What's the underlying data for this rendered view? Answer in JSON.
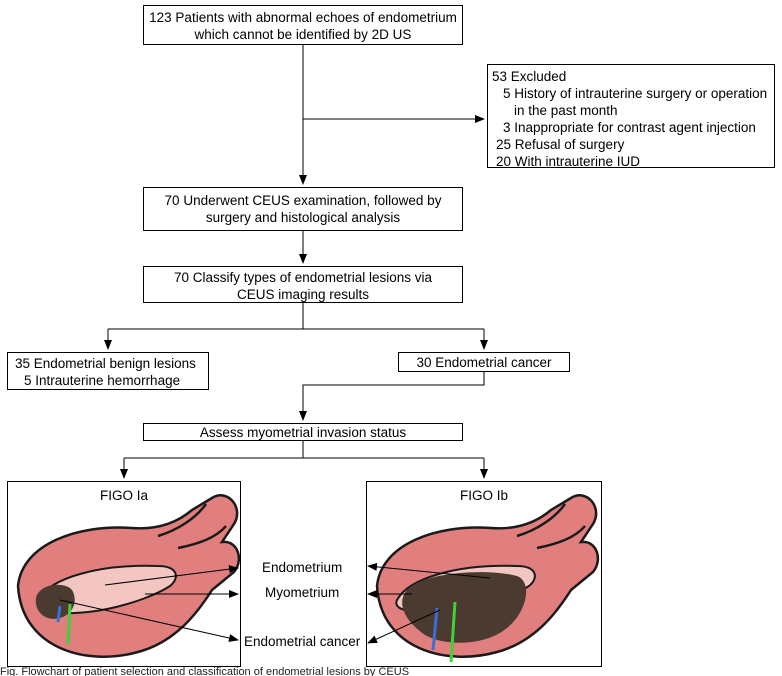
{
  "boxes": {
    "patients": [
      "123 Patients with abnormal echoes of endometrium",
      "which cannot be identified by 2D US"
    ],
    "excluded": {
      "title": "53 Excluded",
      "items": [
        "5 History of intrauterine surgery or operation",
        "in the past month",
        "3 Inappropriate for contrast agent injection",
        "25 Refusal of surgery",
        "20 With intrauterine IUD"
      ]
    },
    "ceus": [
      "70 Underwent CEUS examination, followed by",
      "surgery and histological analysis"
    ],
    "classify": [
      "70 Classify types of endometrial lesions via",
      "CEUS imaging results"
    ],
    "benign": [
      "35 Endometrial benign lesions",
      "5 Intrauterine hemorrhage"
    ],
    "cancer": "30 Endometrial cancer",
    "assess": "Assess myometrial invasion status"
  },
  "panels": {
    "left_title": "FIGO Ia",
    "right_title": "FIGO Ib"
  },
  "labels": {
    "endometrium": "Endometrium",
    "myometrium": "Myometrium",
    "endometrial_cancer": "Endometrial cancer"
  },
  "caption": "Fig. Flowchart of patient selection and classification of endometrial lesions by CEUS",
  "colors": {
    "uterus_fill": "#e07f7d",
    "uterus_stroke": "#1a1a1a",
    "endometrium_fill": "#f4c6c2",
    "tumor_fill": "#4a3a30",
    "marker_blue": "#3a6fd8",
    "marker_green": "#3fd13a"
  }
}
